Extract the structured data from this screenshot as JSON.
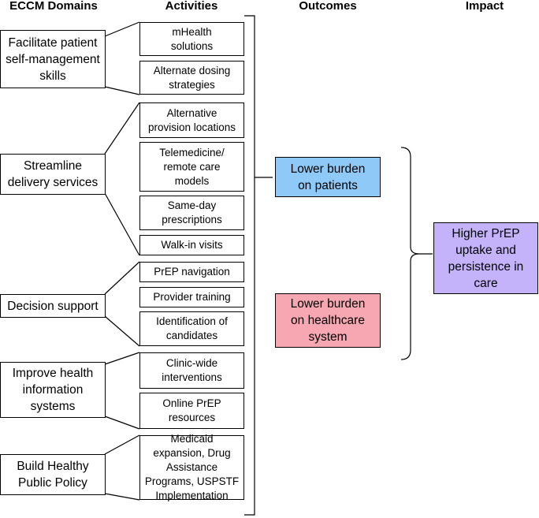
{
  "headers": {
    "domains": "ECCM Domains",
    "activities": "Activities",
    "outcomes": "Outcomes",
    "impact": "Impact"
  },
  "domains": [
    "Facilitate patient\nself-management\nskills",
    "Streamline\ndelivery services",
    "Decision support",
    "Improve health\ninformation\nsystems",
    "Build Healthy\nPublic Policy"
  ],
  "activities": [
    "mHealth\nsolutions",
    "Alternate dosing\nstrategies",
    "Alternative\nprovision locations",
    "Telemedicine/\nremote care\nmodels",
    "Same-day\nprescriptions",
    "Walk-in visits",
    "PrEP navigation",
    "Provider training",
    "Identification of\ncandidates",
    "Clinic-wide\ninterventions",
    "Online PrEP\nresources",
    "Medicaid\nexpansion, Drug\nAssistance\nPrograms, USPSTF\nImplementation"
  ],
  "outcomes": [
    {
      "label": "Lower burden\non patients",
      "color": "#8ec9f8"
    },
    {
      "label": "Lower burden\non healthcare\nsystem",
      "color": "#f6a7b2"
    }
  ],
  "impact": {
    "label": "Higher PrEP\nuptake and\npersistence in\ncare",
    "color": "#c4b2fb"
  }
}
